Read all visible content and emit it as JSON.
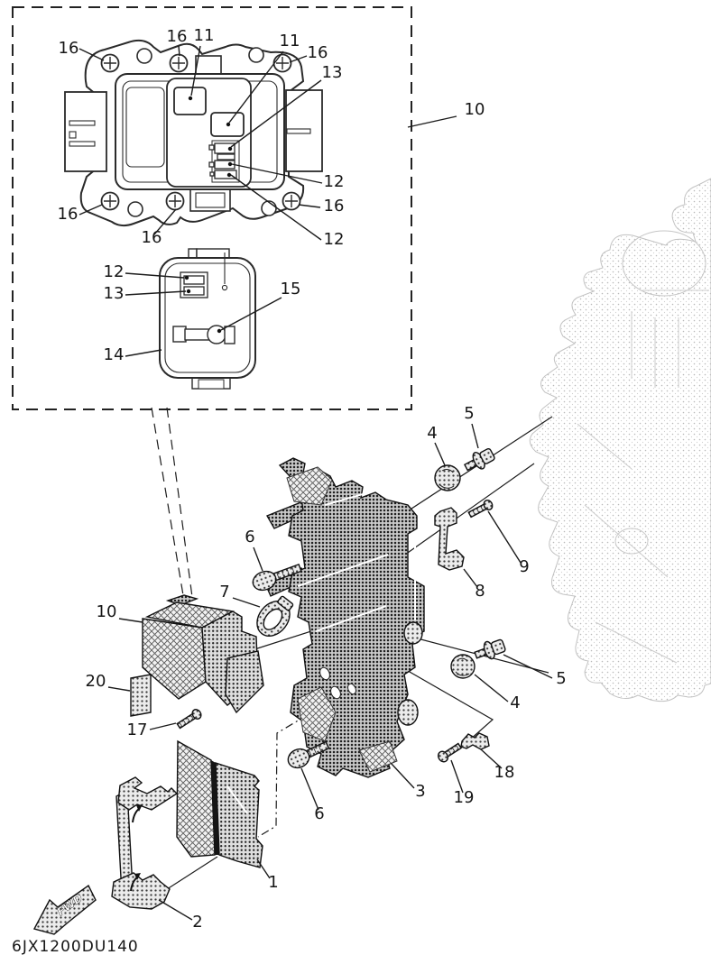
{
  "figure": {
    "part_code": "6JX1200DU140",
    "fwd_label": "FWD"
  },
  "callouts": {
    "c16a": "16",
    "c16b": "16",
    "c11a": "11",
    "c11b": "11",
    "c16c": "16",
    "c13a": "13",
    "c10a": "10",
    "c12a": "12",
    "c16d": "16",
    "c16e": "16",
    "c16f": "16",
    "c12b": "12",
    "c12c": "12",
    "c13b": "13",
    "c15": "15",
    "c14": "14",
    "c10b": "10",
    "c20": "20",
    "c17": "17",
    "c7": "7",
    "c6a": "6",
    "c4a": "4",
    "c5a": "5",
    "c9": "9",
    "c8": "8",
    "c5b": "5",
    "c4b": "4",
    "c3": "3",
    "c6b": "6",
    "c19": "19",
    "c18": "18",
    "c1": "1",
    "c2": "2"
  }
}
